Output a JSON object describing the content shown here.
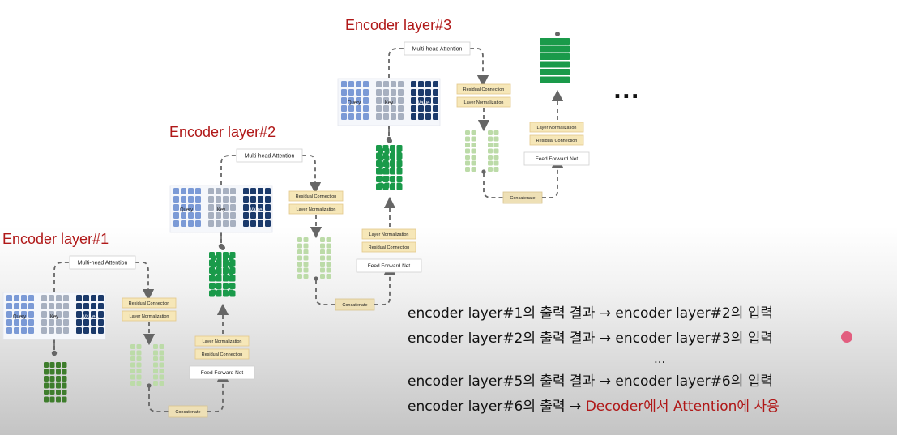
{
  "layers": [
    {
      "title": "Encoder layer#1",
      "attention_label": "Multi-head Attention",
      "qkv_labels": [
        "Query",
        "Key",
        "Value"
      ],
      "residual_label": "Residual Connection",
      "layernorm_label": "Layer Normalization",
      "ffn_label": "Feed Forward Net",
      "concat_label": "Concatenate"
    },
    {
      "title": "Encoder layer#2",
      "attention_label": "Multi-head Attention",
      "qkv_labels": [
        "Query",
        "Key",
        "Value"
      ],
      "residual_label": "Residual Connection",
      "layernorm_label": "Layer Normalization",
      "ffn_label": "Feed Forward Net",
      "concat_label": "Concatenate"
    },
    {
      "title": "Encoder layer#3",
      "attention_label": "Multi-head Attention",
      "qkv_labels": [
        "Query",
        "Key",
        "Value"
      ],
      "residual_label": "Residual Connection",
      "layernorm_label": "Layer Normalization",
      "ffn_label": "Feed Forward Net",
      "concat_label": "Concatenate"
    }
  ],
  "continuation": "...",
  "notes": [
    "encoder layer#1의 출력 결과 → encoder layer#2의 입력",
    "encoder layer#2의 출력 결과 → encoder layer#3의 입력",
    "...",
    "encoder layer#5의 출력 결과 → encoder layer#6의 입력"
  ],
  "final_note": {
    "prefix": "encoder layer#6의 출력 → ",
    "highlight": "Decoder에서 Attention에 사용"
  },
  "colors": {
    "title_red": "#b01818",
    "query_blue": "#7b9ad6",
    "key_gray": "#a7b0c0",
    "value_navy": "#1b3a6b",
    "output_green": "#1a9a4a",
    "input_green": "#3e7d2c",
    "pale_green": "#bcdba8",
    "tan_box": "#f6e7b8"
  }
}
